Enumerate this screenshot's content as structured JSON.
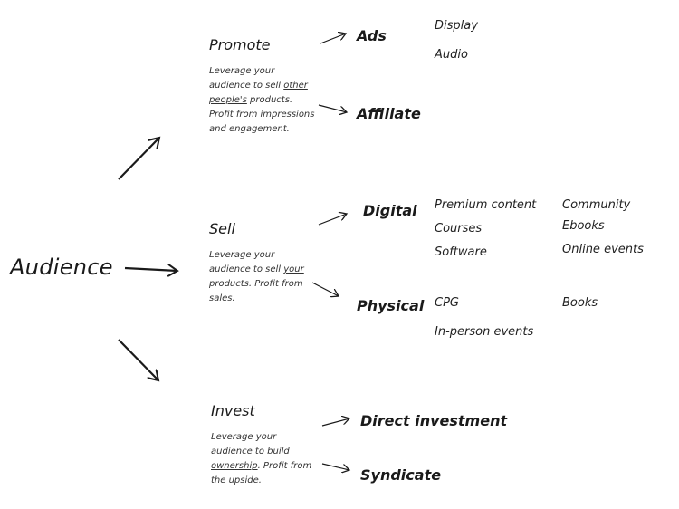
{
  "root": {
    "label": "Audience"
  },
  "promote": {
    "title": "Promote",
    "desc_1": "Leverage your audience to sell ",
    "desc_em": "other people's",
    "desc_2": " products. Profit from impressions and engagement.",
    "ads": {
      "label": "Ads",
      "items": [
        "Display",
        "Audio"
      ]
    },
    "affiliate": {
      "label": "Affiliate"
    }
  },
  "sell": {
    "title": "Sell",
    "desc_1": "Leverage your audience to sell ",
    "desc_em": "your",
    "desc_2": " products. Profit from sales.",
    "digital": {
      "label": "Digital",
      "items_col1": [
        "Premium content",
        "Courses",
        "Software"
      ],
      "items_col2": [
        "Community",
        "Ebooks",
        "Online events"
      ]
    },
    "physical": {
      "label": "Physical",
      "items_col1": [
        "CPG",
        "In-person events"
      ],
      "items_col2": [
        "Books"
      ]
    }
  },
  "invest": {
    "title": "Invest",
    "desc_1": "Leverage your audience to build ",
    "desc_em": "ownership",
    "desc_2": ". Profit from the upside.",
    "direct": {
      "label": "Direct investment"
    },
    "syndicate": {
      "label": "Syndicate"
    }
  },
  "colors": {
    "ink": "#1a1a1a",
    "background": "#ffffff"
  }
}
